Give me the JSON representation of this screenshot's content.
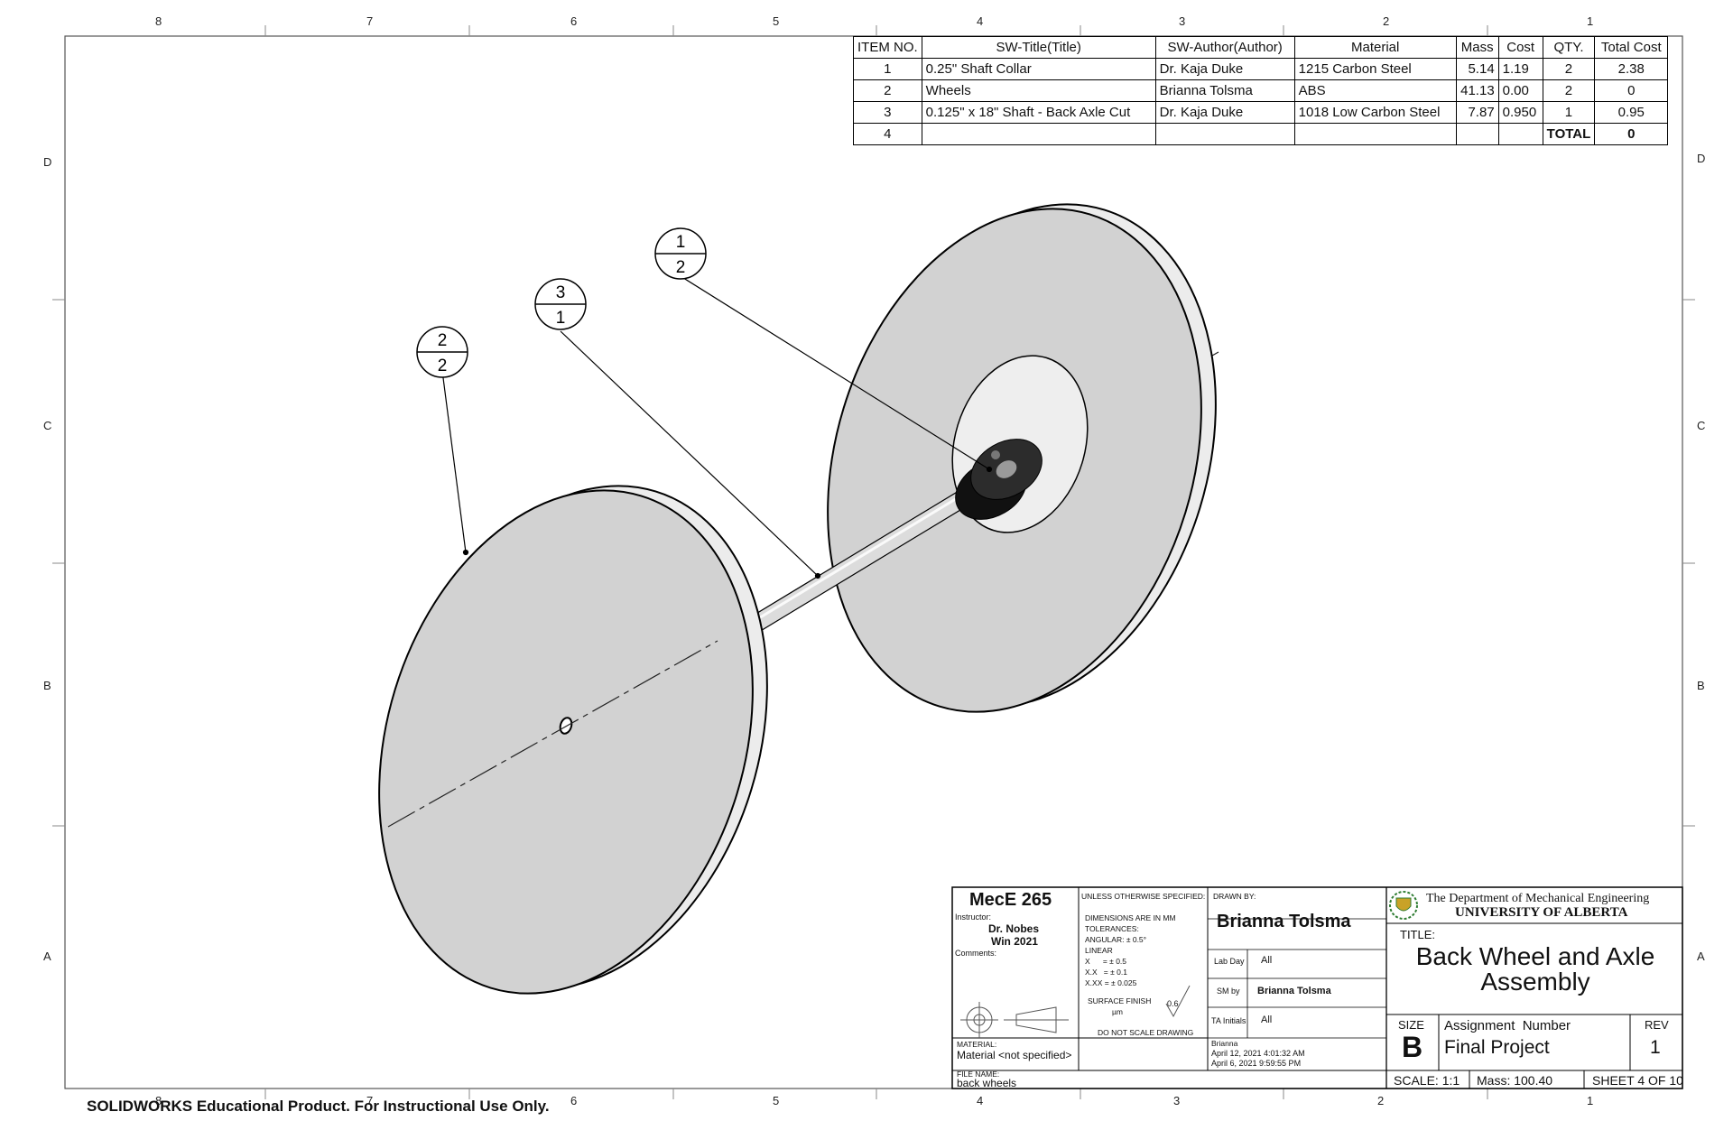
{
  "zones": {
    "top": [
      "8",
      "7",
      "6",
      "5",
      "4",
      "3",
      "2",
      "1"
    ],
    "sides": [
      "D",
      "C",
      "B",
      "A"
    ]
  },
  "bom": {
    "headers": [
      "ITEM NO.",
      "SW-Title(Title)",
      "SW-Author(Author)",
      "Material",
      "Mass",
      "Cost",
      "QTY.",
      "Total Cost"
    ],
    "rows": [
      [
        "1",
        "0.25\" Shaft Collar",
        "Dr. Kaja Duke",
        "1215 Carbon Steel",
        "5.14",
        "1.19",
        "2",
        "2.38"
      ],
      [
        "2",
        "Wheels",
        "Brianna Tolsma",
        "ABS",
        "41.13",
        "0.00",
        "2",
        "0"
      ],
      [
        "3",
        "0.125\" x 18\" Shaft - Back Axle Cut",
        "Dr. Kaja Duke",
        "1018 Low Carbon Steel",
        "7.87",
        "0.950",
        "1",
        "0.95"
      ]
    ],
    "last_row": {
      "item": "4",
      "total_label": "TOTAL",
      "total_value": "0"
    }
  },
  "balloons": [
    {
      "item": "1",
      "qty": "2"
    },
    {
      "item": "3",
      "qty": "1"
    },
    {
      "item": "2",
      "qty": "2"
    }
  ],
  "title_block": {
    "course": "MecE 265",
    "instructor_label": "Instructor:",
    "instructor": "Dr. Nobes",
    "term": "Win 2021",
    "comments_label": "Comments:",
    "unless_label": "UNLESS OTHERWISE SPECIFIED:",
    "dim_lines": [
      "DIMENSIONS ARE IN MM",
      "TOLERANCES:",
      "ANGULAR: ± 0.5°",
      "LINEAR",
      "X      = ± 0.5",
      "X.X   = ± 0.1",
      "X.XX = ± 0.025"
    ],
    "surface_label": "SURFACE FINISH",
    "surface_unit": "µm",
    "surface_value": "0.6",
    "no_scale": "DO NOT SCALE DRAWING",
    "material_label": "MATERIAL:",
    "material": "Material <not specified>",
    "file_label": "FILE NAME:",
    "file": "back wheels",
    "drawn_label": "DRAWN BY:",
    "drawn_by": "Brianna Tolsma",
    "lab_day_label": "Lab Day",
    "lab_day": "All",
    "sm_label": "SM by",
    "sm_by": "Brianna Tolsma",
    "ta_label": "TA Initials",
    "ta": "All",
    "stamp_user": "Brianna",
    "stamp_date1": "April 12, 2021 4:01:32 AM",
    "stamp_date2": "April 6, 2021 9:59:55 PM",
    "dept": "The Department of Mechanical Engineering",
    "univ": "UNIVERSITY OF ALBERTA",
    "title_label": "TITLE:",
    "title_line1": "Back Wheel and Axle",
    "title_line2": "Assembly",
    "size_label": "SIZE",
    "size": "B",
    "assign_label": "Assignment  Number",
    "assign": "Final Project",
    "rev_label": "REV",
    "rev": "1",
    "scale": "SCALE: 1:1",
    "mass": "Mass: 100.40",
    "sheet": "SHEET 4 OF 10"
  },
  "watermark": "SOLIDWORKS Educational Product. For Instructional Use Only."
}
